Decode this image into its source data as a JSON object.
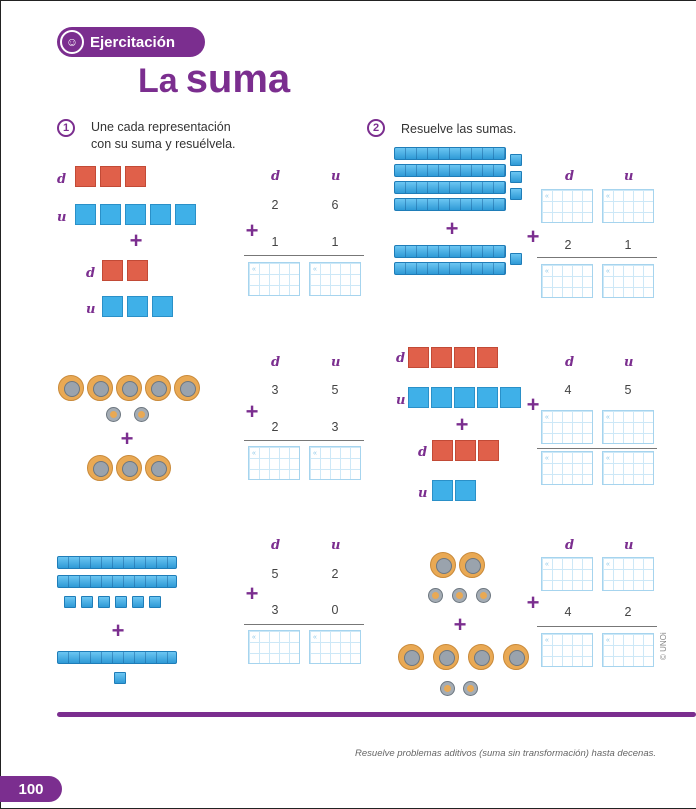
{
  "header": {
    "badge": "Ejercitación",
    "title_part1": "La",
    "title_part2": "suma"
  },
  "labels": {
    "tens": "d",
    "units": "u",
    "plus": "+"
  },
  "activity1": {
    "number": "1",
    "instruction_line1": "Une cada representación",
    "instruction_line2": "con su suma y resuélvela.",
    "sums": [
      {
        "top_tens": "2",
        "top_units": "6",
        "bottom_tens": "1",
        "bottom_units": "1"
      },
      {
        "top_tens": "3",
        "top_units": "5",
        "bottom_tens": "2",
        "bottom_units": "3"
      },
      {
        "top_tens": "5",
        "top_units": "2",
        "bottom_tens": "3",
        "bottom_units": "0"
      }
    ]
  },
  "activity2": {
    "number": "2",
    "instruction": "Resuelve las sumas.",
    "sums": [
      {
        "bottom_tens": "2",
        "bottom_units": "1"
      },
      {
        "top_tens": "4",
        "top_units": "5"
      },
      {
        "bottom_tens": "4",
        "bottom_units": "2"
      }
    ]
  },
  "footer": {
    "objective": "Resuelve problemas aditivos (suma sin transformación) hasta decenas.",
    "page_number": "100",
    "copyright": "© UNOi"
  },
  "colors": {
    "accent": "#7b2e8f",
    "red_block": "#e0604a",
    "blue_block": "#3fb0e8",
    "coin_gold": "#e9a954"
  },
  "icons": {
    "badge": "exercise-person-icon"
  }
}
